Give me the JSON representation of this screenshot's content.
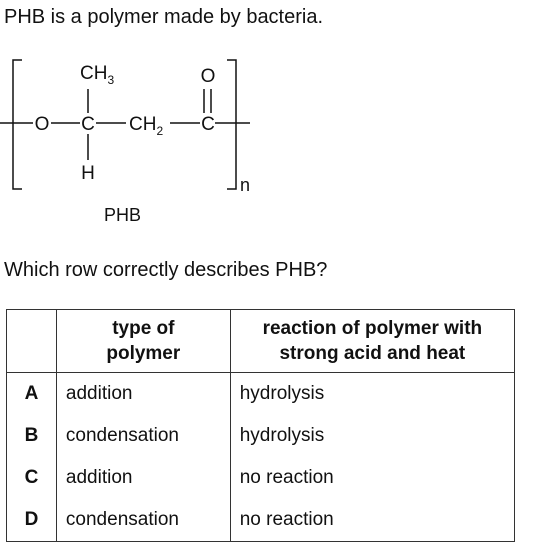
{
  "intro": "PHB is a polymer made by bacteria.",
  "structure": {
    "atoms": {
      "oxygen_chain": "O",
      "carbon_center": "C",
      "carbon_carbonyl": "C",
      "carbonyl_oxygen": "O",
      "hydrogen": "H",
      "ch3": "CH",
      "ch3_sub": "3",
      "ch2": "CH",
      "ch2_sub": "2",
      "repeat": "n"
    },
    "name": "PHB"
  },
  "question": "Which row correctly describes PHB?",
  "table": {
    "headers": [
      "",
      "type of polymer",
      "reaction of polymer with strong acid and heat"
    ],
    "header_lines": {
      "type": [
        "type of",
        "polymer"
      ],
      "reaction": [
        "reaction of polymer with",
        "strong acid and heat"
      ]
    },
    "rows": [
      {
        "letter": "A",
        "type": "addition",
        "reaction": "hydrolysis"
      },
      {
        "letter": "B",
        "type": "condensation",
        "reaction": "hydrolysis"
      },
      {
        "letter": "C",
        "type": "addition",
        "reaction": "no reaction"
      },
      {
        "letter": "D",
        "type": "condensation",
        "reaction": "no reaction"
      }
    ]
  }
}
